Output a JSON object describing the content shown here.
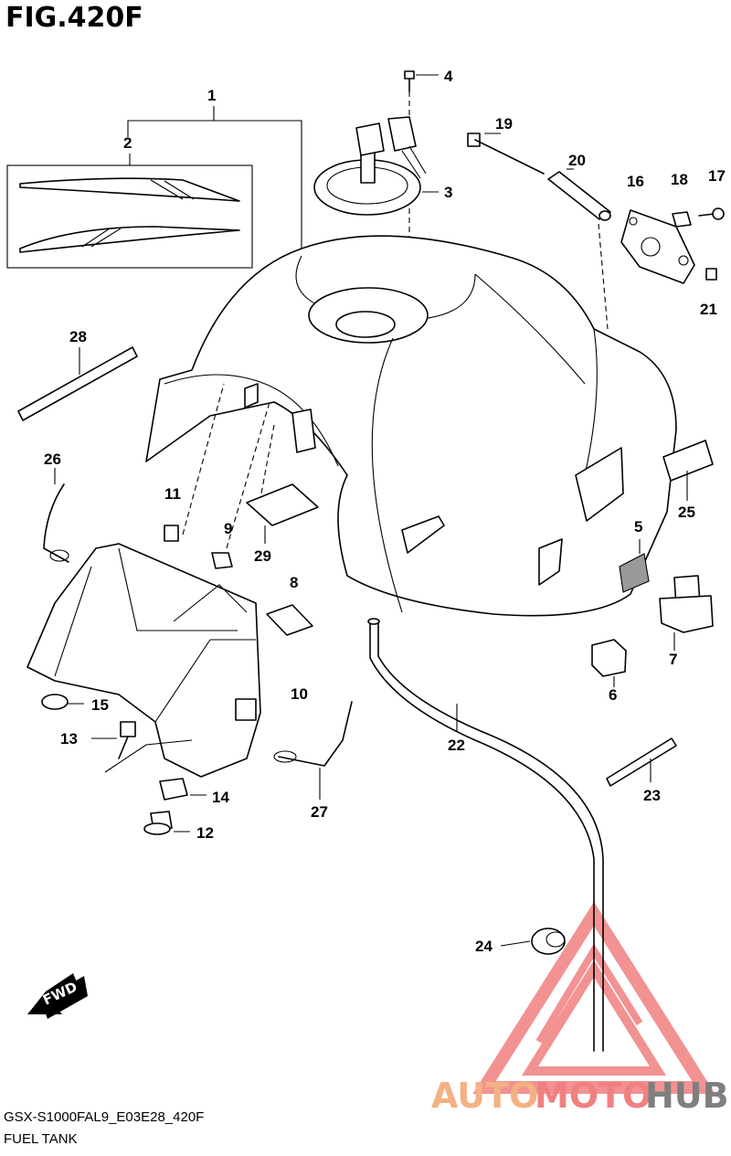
{
  "figure": {
    "title": "FIG.420F",
    "model_code": "GSX-S1000FAL9_E03E28_420F",
    "name": "FUEL TANK"
  },
  "callouts": [
    "1",
    "2",
    "3",
    "4",
    "5",
    "6",
    "7",
    "8",
    "9",
    "10",
    "11",
    "12",
    "13",
    "14",
    "15",
    "16",
    "17",
    "18",
    "19",
    "20",
    "21",
    "22",
    "23",
    "24",
    "25",
    "26",
    "27",
    "28",
    "29"
  ],
  "direction_badge": "FWD",
  "watermark": {
    "part1": "AUTO",
    "part2": "MOTO",
    "part3": "HUB",
    "color_primary": "#f4b183",
    "color_secondary": "#f08080",
    "color_dark": "#7f7f7f"
  }
}
